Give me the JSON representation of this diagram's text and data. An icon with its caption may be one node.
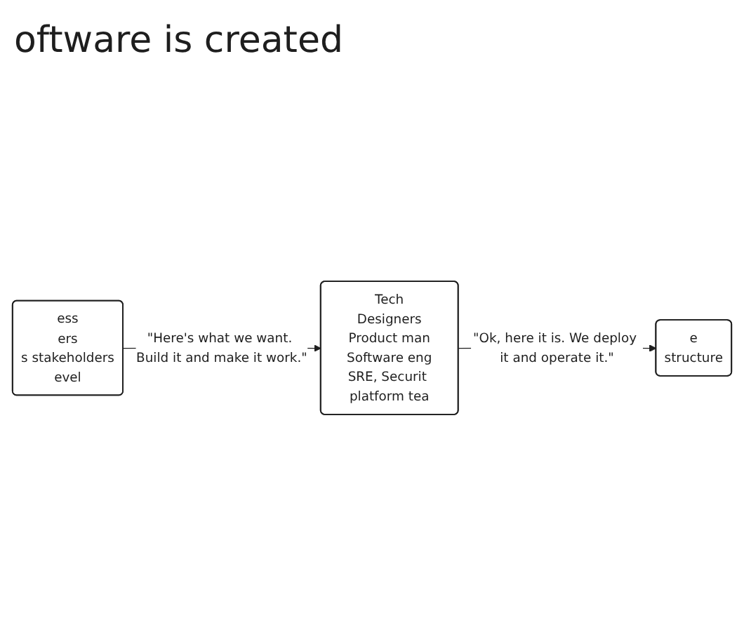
{
  "diagram": {
    "title": "oftware is created",
    "nodes": [
      {
        "text": [
          "ess",
          "ers",
          "s stakeholders",
          "evel"
        ]
      },
      {
        "text": [
          "Tech",
          "Designers",
          "Product man",
          "Software eng",
          "SRE, Securit platform tea"
        ]
      },
      {
        "text": [
          "e",
          "structure"
        ]
      }
    ],
    "edges": [
      {
        "from": 0,
        "to": 1,
        "arrow": "to",
        "label": "\"Here's what we want. Build it and make it work.\""
      },
      {
        "from": 1,
        "to": 2,
        "arrow": "to",
        "label": "\"Ok, here it is. We deploy it and operate it.\""
      }
    ]
  }
}
